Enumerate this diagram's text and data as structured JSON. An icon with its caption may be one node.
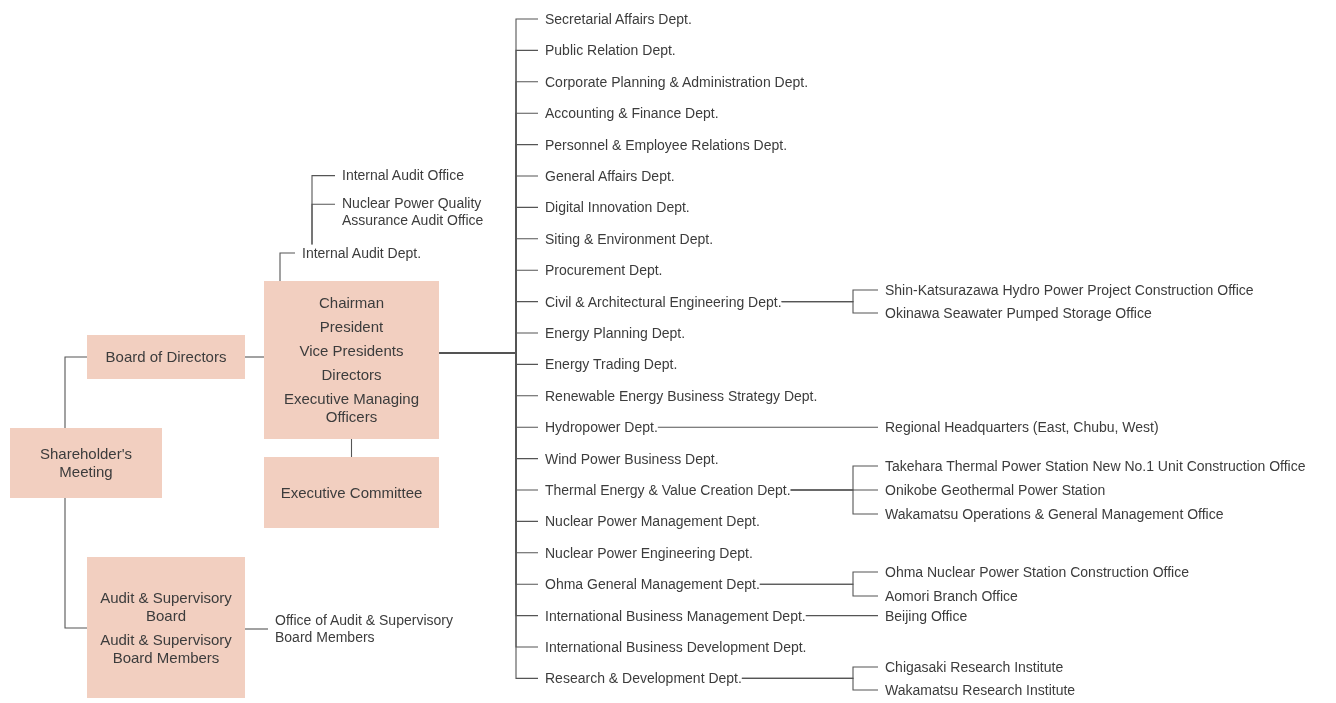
{
  "diagram": {
    "nodes": [
      {
        "text": [
          "Shareholder's Meeting"
        ]
      },
      {
        "text": [
          "Board of Directors"
        ]
      },
      {
        "text": [
          "Chairman",
          "President",
          "Vice Presidents",
          "Directors",
          "Executive Managing Officers"
        ]
      },
      {
        "text": [
          "Executive Committee"
        ]
      },
      {
        "text": [
          "Internal Audit Dept."
        ]
      },
      {
        "text": [
          "Internal Audit Office"
        ]
      },
      {
        "text": [
          "Nuclear Power Quality Assurance Audit Office"
        ]
      },
      {
        "text": [
          "Audit & Supervisory Board",
          "Audit & Supervisory Board Members"
        ]
      },
      {
        "text": [
          "Office of Audit & Supervisory Board Members"
        ]
      },
      {
        "text": [
          "Secretarial Affairs Dept."
        ]
      },
      {
        "text": [
          "Public Relation Dept."
        ]
      },
      {
        "text": [
          "Corporate Planning & Administration Dept."
        ]
      },
      {
        "text": [
          "Accounting & Finance Dept."
        ]
      },
      {
        "text": [
          "Personnel & Employee Relations Dept."
        ]
      },
      {
        "text": [
          "General Affairs Dept."
        ]
      },
      {
        "text": [
          "Digital Innovation Dept."
        ]
      },
      {
        "text": [
          "Siting & Environment Dept."
        ]
      },
      {
        "text": [
          "Procurement Dept."
        ]
      },
      {
        "text": [
          "Civil & Architectural Engineering Dept."
        ]
      },
      {
        "text": [
          "Energy Planning Dept."
        ]
      },
      {
        "text": [
          "Energy Trading Dept."
        ]
      },
      {
        "text": [
          "Renewable Energy Business Strategy Dept."
        ]
      },
      {
        "text": [
          "Hydropower Dept."
        ]
      },
      {
        "text": [
          "Wind Power Business Dept."
        ]
      },
      {
        "text": [
          "Thermal Energy & Value Creation Dept."
        ]
      },
      {
        "text": [
          "Nuclear Power Management Dept."
        ]
      },
      {
        "text": [
          "Nuclear Power Engineering Dept."
        ]
      },
      {
        "text": [
          "Ohma General Management Dept."
        ]
      },
      {
        "text": [
          "International Business Management Dept."
        ]
      },
      {
        "text": [
          "International Business Development Dept."
        ]
      },
      {
        "text": [
          "Research & Development Dept."
        ]
      },
      {
        "text": [
          "Shin-Katsurazawa Hydro Power Project Construction Office"
        ]
      },
      {
        "text": [
          "Okinawa Seawater Pumped Storage Office"
        ]
      },
      {
        "text": [
          "Regional Headquarters (East, Chubu, West)"
        ]
      },
      {
        "text": [
          "Takehara Thermal Power Station New No.1 Unit Construction Office"
        ]
      },
      {
        "text": [
          "Onikobe Geothermal Power Station"
        ]
      },
      {
        "text": [
          "Wakamatsu Operations & General Management Office"
        ]
      },
      {
        "text": [
          "Ohma Nuclear Power Station Construction Office"
        ]
      },
      {
        "text": [
          "Aomori Branch Office"
        ]
      },
      {
        "text": [
          "Beijing Office"
        ]
      },
      {
        "text": [
          "Chigasaki Research Institute"
        ]
      },
      {
        "text": [
          "Wakamatsu Research Institute"
        ]
      }
    ],
    "edges": [
      {
        "from": 0,
        "to": 1,
        "arrow": "none"
      },
      {
        "from": 0,
        "to": 7,
        "arrow": "none"
      },
      {
        "from": 1,
        "to": 2,
        "arrow": "none"
      },
      {
        "from": 2,
        "to": 3,
        "arrow": "none"
      },
      {
        "from": 2,
        "to": 4,
        "arrow": "none"
      },
      {
        "from": 4,
        "to": 5,
        "arrow": "none"
      },
      {
        "from": 4,
        "to": 6,
        "arrow": "none"
      },
      {
        "from": 7,
        "to": 8,
        "arrow": "none"
      },
      {
        "from": 2,
        "to": 9,
        "arrow": "none"
      },
      {
        "from": 2,
        "to": 10,
        "arrow": "none"
      },
      {
        "from": 2,
        "to": 11,
        "arrow": "none"
      },
      {
        "from": 2,
        "to": 12,
        "arrow": "none"
      },
      {
        "from": 2,
        "to": 13,
        "arrow": "none"
      },
      {
        "from": 2,
        "to": 14,
        "arrow": "none"
      },
      {
        "from": 2,
        "to": 15,
        "arrow": "none"
      },
      {
        "from": 2,
        "to": 16,
        "arrow": "none"
      },
      {
        "from": 2,
        "to": 17,
        "arrow": "none"
      },
      {
        "from": 2,
        "to": 18,
        "arrow": "none"
      },
      {
        "from": 2,
        "to": 19,
        "arrow": "none"
      },
      {
        "from": 2,
        "to": 20,
        "arrow": "none"
      },
      {
        "from": 2,
        "to": 21,
        "arrow": "none"
      },
      {
        "from": 2,
        "to": 22,
        "arrow": "none"
      },
      {
        "from": 2,
        "to": 23,
        "arrow": "none"
      },
      {
        "from": 2,
        "to": 24,
        "arrow": "none"
      },
      {
        "from": 2,
        "to": 25,
        "arrow": "none"
      },
      {
        "from": 2,
        "to": 26,
        "arrow": "none"
      },
      {
        "from": 2,
        "to": 27,
        "arrow": "none"
      },
      {
        "from": 2,
        "to": 28,
        "arrow": "none"
      },
      {
        "from": 2,
        "to": 29,
        "arrow": "none"
      },
      {
        "from": 2,
        "to": 30,
        "arrow": "none"
      },
      {
        "from": 18,
        "to": 31,
        "arrow": "none"
      },
      {
        "from": 18,
        "to": 32,
        "arrow": "none"
      },
      {
        "from": 22,
        "to": 33,
        "arrow": "none"
      },
      {
        "from": 24,
        "to": 34,
        "arrow": "none"
      },
      {
        "from": 24,
        "to": 35,
        "arrow": "none"
      },
      {
        "from": 24,
        "to": 36,
        "arrow": "none"
      },
      {
        "from": 27,
        "to": 37,
        "arrow": "none"
      },
      {
        "from": 27,
        "to": 38,
        "arrow": "none"
      },
      {
        "from": 28,
        "to": 39,
        "arrow": "none"
      },
      {
        "from": 30,
        "to": 40,
        "arrow": "none"
      },
      {
        "from": 30,
        "to": 41,
        "arrow": "none"
      }
    ]
  }
}
